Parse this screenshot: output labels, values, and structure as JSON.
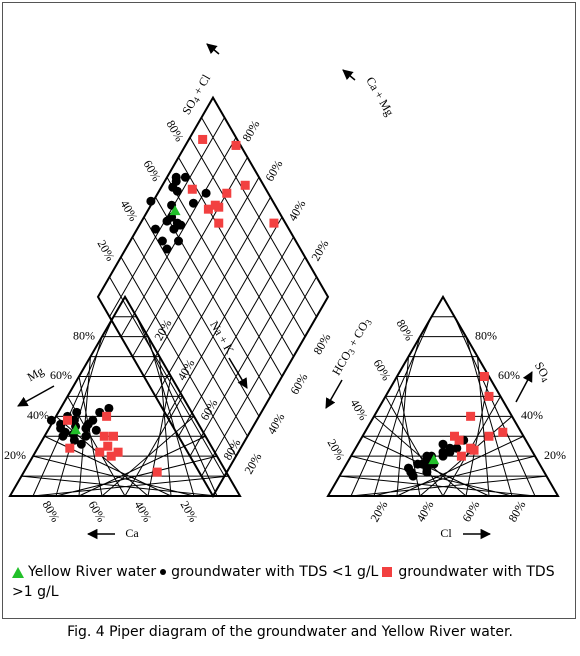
{
  "chart_data": {
    "type": "scatter",
    "subtype": "piper-diagram",
    "cation_triangle": {
      "axes": [
        "Mg",
        "Ca"
      ],
      "mg_ticks": [
        "20%",
        "40%",
        "60%",
        "80%"
      ],
      "ca_ticks": [
        "80%",
        "60%",
        "40%",
        "20%"
      ],
      "right_ticks": [
        "20%",
        "40%",
        "60%",
        "80%"
      ]
    },
    "anion_triangle": {
      "axes": [
        "SO4",
        "Cl"
      ],
      "left_ticks": [
        "80%",
        "60%",
        "40%",
        "20%"
      ],
      "so4_ticks": [
        "80%",
        "60%",
        "40%",
        "20%"
      ],
      "cl_ticks": [
        "20%",
        "40%",
        "60%",
        "80%"
      ]
    },
    "diamond": {
      "upper_left_label": "SO4 + Cl",
      "upper_right_label": "Ca + Mg",
      "lower_left_label": "Na + K",
      "lower_right_label": "HCO3 + CO3",
      "ul_ticks": [
        "80%",
        "60%",
        "40%",
        "20%"
      ],
      "ur_ticks": [
        "80%",
        "60%",
        "40%",
        "20%"
      ],
      "lr_ticks": [
        "20%",
        "40%",
        "60%",
        "80%"
      ]
    },
    "series": [
      {
        "name": "Yellow River water",
        "marker": "triangle",
        "color": "#22c02a",
        "points": [
          {
            "ca": 55,
            "mg": 33,
            "cl": 37,
            "so4": 18
          }
        ]
      },
      {
        "name": "groundwater with TDS <1 g/L",
        "marker": "circle",
        "color": "#000000",
        "points": [
          {
            "ca": 50,
            "mg": 34,
            "cl": 35,
            "so4": 18
          },
          {
            "ca": 55,
            "mg": 40,
            "cl": 40,
            "so4": 20
          },
          {
            "ca": 60,
            "mg": 36,
            "cl": 42,
            "so4": 22
          },
          {
            "ca": 62,
            "mg": 30,
            "cl": 44,
            "so4": 24
          },
          {
            "ca": 52,
            "mg": 30,
            "cl": 38,
            "so4": 16
          },
          {
            "ca": 58,
            "mg": 28,
            "cl": 30,
            "so4": 12
          },
          {
            "ca": 45,
            "mg": 38,
            "cl": 33,
            "so4": 20
          },
          {
            "ca": 48,
            "mg": 36,
            "cl": 36,
            "so4": 14
          },
          {
            "ca": 56,
            "mg": 26,
            "cl": 32,
            "so4": 10
          },
          {
            "ca": 60,
            "mg": 32,
            "cl": 28,
            "so4": 14
          },
          {
            "ca": 63,
            "mg": 38,
            "cl": 31,
            "so4": 16
          },
          {
            "ca": 50,
            "mg": 42,
            "cl": 39,
            "so4": 22
          },
          {
            "ca": 54,
            "mg": 35,
            "cl": 37,
            "so4": 12
          },
          {
            "ca": 57,
            "mg": 31,
            "cl": 34,
            "so4": 18
          },
          {
            "ca": 61,
            "mg": 34,
            "cl": 37,
            "so4": 26
          },
          {
            "ca": 40,
            "mg": 42,
            "cl": 41,
            "so4": 24
          },
          {
            "ca": 35,
            "mg": 44,
            "cl": 45,
            "so4": 28
          },
          {
            "ca": 53,
            "mg": 38,
            "cl": 35,
            "so4": 20
          },
          {
            "ca": 46,
            "mg": 33,
            "cl": 33,
            "so4": 16
          }
        ]
      },
      {
        "name": "groundwater with TDS >1 g/L",
        "marker": "square",
        "color": "#f24040",
        "points": [
          {
            "ca": 45,
            "mg": 25,
            "cl": 52,
            "so4": 23
          },
          {
            "ca": 44,
            "mg": 30,
            "cl": 40,
            "so4": 30
          },
          {
            "ca": 42,
            "mg": 22,
            "cl": 60,
            "so4": 32
          },
          {
            "ca": 46,
            "mg": 20,
            "cl": 43,
            "so4": 28
          },
          {
            "ca": 30,
            "mg": 12,
            "cl": 45,
            "so4": 50
          },
          {
            "ca": 62,
            "mg": 24,
            "cl": 48,
            "so4": 20
          },
          {
            "ca": 50,
            "mg": 22,
            "cl": 50,
            "so4": 24
          },
          {
            "ca": 56,
            "mg": 38,
            "cl": 55,
            "so4": 30
          },
          {
            "ca": 38,
            "mg": 40,
            "cl": 38,
            "so4": 60
          },
          {
            "ca": 40,
            "mg": 30,
            "cl": 42,
            "so4": 40
          }
        ]
      }
    ]
  },
  "legend": {
    "yellow_river": "Yellow River water",
    "tds_low": "groundwater with TDS <1 g/L",
    "tds_high": "groundwater with TDS >1 g/L"
  },
  "caption": "Fig. 4 Piper diagram of the groundwater and Yellow River water."
}
